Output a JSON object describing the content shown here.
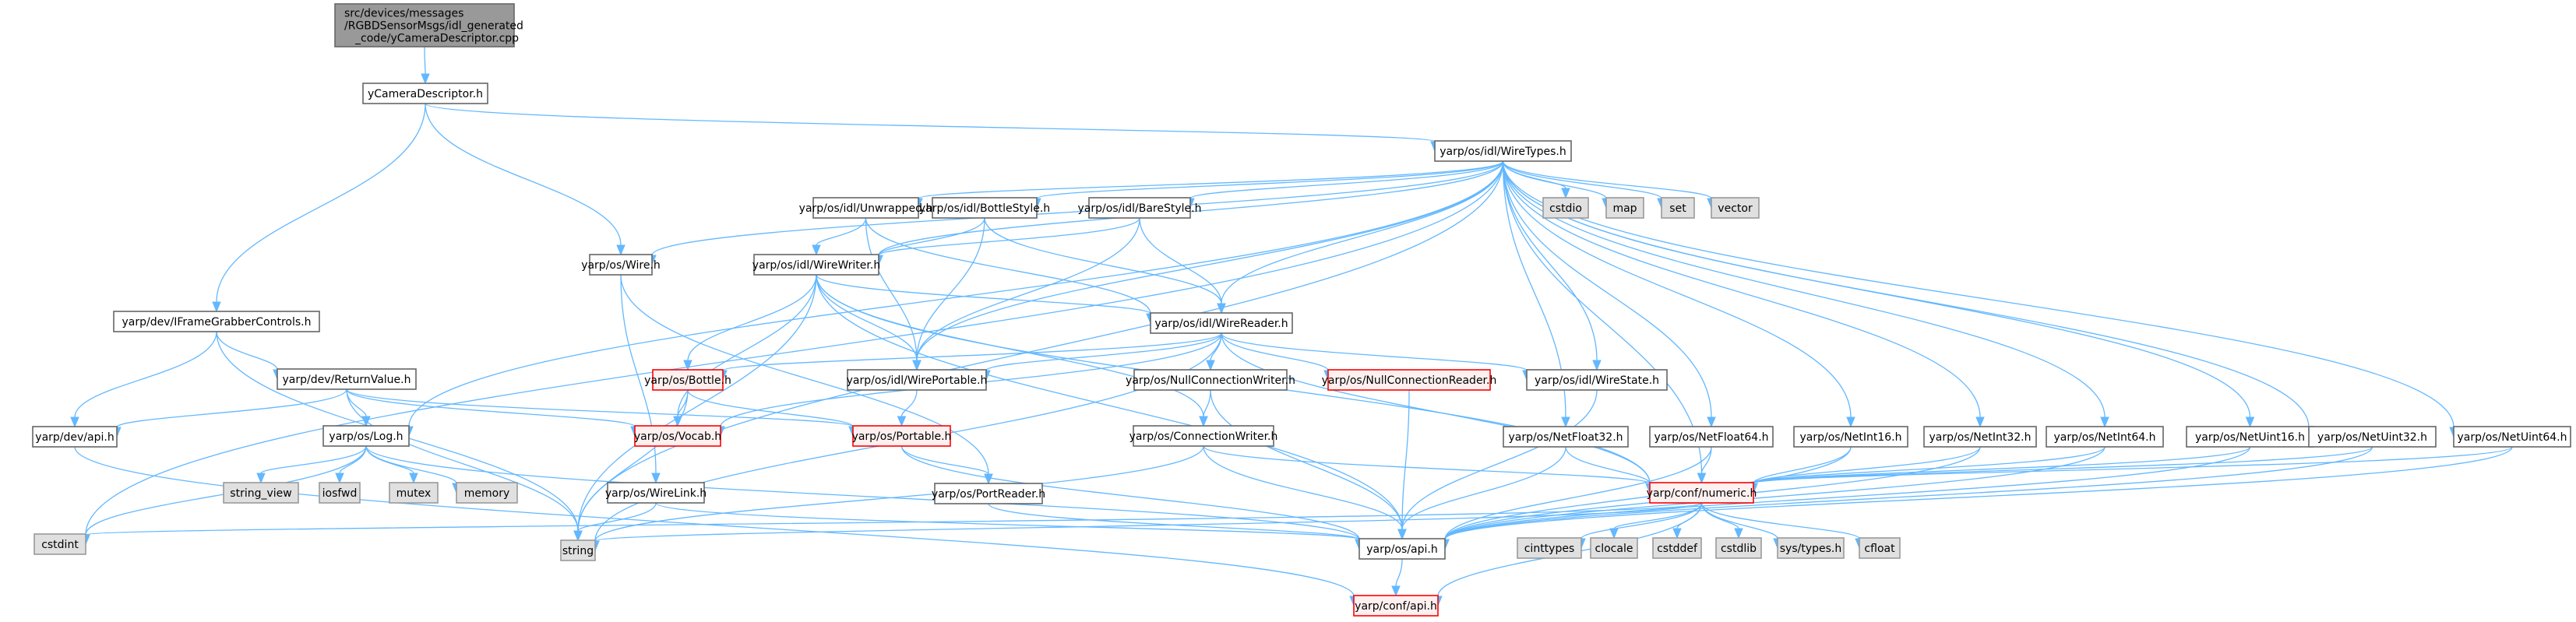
{
  "diagram": {
    "type": "include-dependency-graph",
    "root": "src/devices/messages/RGBDSensorMsgs/idl_generated_code/yCameraDescriptor.cpp",
    "colors": {
      "edge": "#63b8ff",
      "root_fill": "#999999",
      "root_stroke": "#666666",
      "normal_fill": "#ffffff",
      "normal_stroke": "#666666",
      "truncated_fill": "#fff0f0",
      "truncated_stroke": "#ff0000",
      "system_fill": "#e0e0e0",
      "system_stroke": "#999999"
    },
    "nodes": [
      {
        "id": "root",
        "kind": "root",
        "lines": [
          "src/devices/messages",
          "/RGBDSensorMsgs/idl_generated",
          "_code/yCameraDescriptor.cpp"
        ]
      },
      {
        "id": "yCameraDescriptor",
        "kind": "normal",
        "lines": [
          "yCameraDescriptor.h"
        ]
      },
      {
        "id": "WireTypes",
        "kind": "normal",
        "lines": [
          "yarp/os/idl/WireTypes.h"
        ]
      },
      {
        "id": "Unwrapped",
        "kind": "normal",
        "lines": [
          "yarp/os/idl/Unwrapped.h"
        ]
      },
      {
        "id": "BottleStyle",
        "kind": "normal",
        "lines": [
          "yarp/os/idl/BottleStyle.h"
        ]
      },
      {
        "id": "BareStyle",
        "kind": "normal",
        "lines": [
          "yarp/os/idl/BareStyle.h"
        ]
      },
      {
        "id": "cstdio",
        "kind": "system",
        "lines": [
          "cstdio"
        ]
      },
      {
        "id": "map",
        "kind": "system",
        "lines": [
          "map"
        ]
      },
      {
        "id": "set",
        "kind": "system",
        "lines": [
          "set"
        ]
      },
      {
        "id": "vector",
        "kind": "system",
        "lines": [
          "vector"
        ]
      },
      {
        "id": "Wire",
        "kind": "normal",
        "lines": [
          "yarp/os/Wire.h"
        ]
      },
      {
        "id": "WireWriter",
        "kind": "normal",
        "lines": [
          "yarp/os/idl/WireWriter.h"
        ]
      },
      {
        "id": "IFrameGrabberControls",
        "kind": "normal",
        "lines": [
          "yarp/dev/IFrameGrabberControls.h"
        ]
      },
      {
        "id": "WireReader",
        "kind": "normal",
        "lines": [
          "yarp/os/idl/WireReader.h"
        ]
      },
      {
        "id": "ReturnValue",
        "kind": "normal",
        "lines": [
          "yarp/dev/ReturnValue.h"
        ]
      },
      {
        "id": "Bottle",
        "kind": "truncated",
        "lines": [
          "yarp/os/Bottle.h"
        ]
      },
      {
        "id": "WirePortable",
        "kind": "normal",
        "lines": [
          "yarp/os/idl/WirePortable.h"
        ]
      },
      {
        "id": "NullConnectionWriter",
        "kind": "normal",
        "lines": [
          "yarp/os/NullConnectionWriter.h"
        ]
      },
      {
        "id": "NullConnectionReader",
        "kind": "truncated",
        "lines": [
          "yarp/os/NullConnectionReader.h"
        ]
      },
      {
        "id": "WireState",
        "kind": "normal",
        "lines": [
          "yarp/os/idl/WireState.h"
        ]
      },
      {
        "id": "devapi",
        "kind": "normal",
        "lines": [
          "yarp/dev/api.h"
        ]
      },
      {
        "id": "Log",
        "kind": "normal",
        "lines": [
          "yarp/os/Log.h"
        ]
      },
      {
        "id": "Vocab",
        "kind": "truncated",
        "lines": [
          "yarp/os/Vocab.h"
        ]
      },
      {
        "id": "Portable",
        "kind": "truncated",
        "lines": [
          "yarp/os/Portable.h"
        ]
      },
      {
        "id": "ConnectionWriter",
        "kind": "normal",
        "lines": [
          "yarp/os/ConnectionWriter.h"
        ]
      },
      {
        "id": "NetFloat32",
        "kind": "normal",
        "lines": [
          "yarp/os/NetFloat32.h"
        ]
      },
      {
        "id": "NetFloat64",
        "kind": "normal",
        "lines": [
          "yarp/os/NetFloat64.h"
        ]
      },
      {
        "id": "NetInt16",
        "kind": "normal",
        "lines": [
          "yarp/os/NetInt16.h"
        ]
      },
      {
        "id": "NetInt32",
        "kind": "normal",
        "lines": [
          "yarp/os/NetInt32.h"
        ]
      },
      {
        "id": "NetInt64",
        "kind": "normal",
        "lines": [
          "yarp/os/NetInt64.h"
        ]
      },
      {
        "id": "NetUint16",
        "kind": "normal",
        "lines": [
          "yarp/os/NetUint16.h"
        ]
      },
      {
        "id": "NetUint32",
        "kind": "normal",
        "lines": [
          "yarp/os/NetUint32.h"
        ]
      },
      {
        "id": "NetUint64",
        "kind": "normal",
        "lines": [
          "yarp/os/NetUint64.h"
        ]
      },
      {
        "id": "string_view",
        "kind": "system",
        "lines": [
          "string_view"
        ]
      },
      {
        "id": "iosfwd",
        "kind": "system",
        "lines": [
          "iosfwd"
        ]
      },
      {
        "id": "mutex",
        "kind": "system",
        "lines": [
          "mutex"
        ]
      },
      {
        "id": "memory",
        "kind": "system",
        "lines": [
          "memory"
        ]
      },
      {
        "id": "WireLink",
        "kind": "normal",
        "lines": [
          "yarp/os/WireLink.h"
        ]
      },
      {
        "id": "PortReader",
        "kind": "normal",
        "lines": [
          "yarp/os/PortReader.h"
        ]
      },
      {
        "id": "numeric",
        "kind": "truncated",
        "lines": [
          "yarp/conf/numeric.h"
        ]
      },
      {
        "id": "cstdint",
        "kind": "system",
        "lines": [
          "cstdint"
        ]
      },
      {
        "id": "string",
        "kind": "system",
        "lines": [
          "string"
        ]
      },
      {
        "id": "osapi",
        "kind": "normal",
        "lines": [
          "yarp/os/api.h"
        ]
      },
      {
        "id": "cinttypes",
        "kind": "system",
        "lines": [
          "cinttypes"
        ]
      },
      {
        "id": "clocale",
        "kind": "system",
        "lines": [
          "clocale"
        ]
      },
      {
        "id": "cstddef",
        "kind": "system",
        "lines": [
          "cstddef"
        ]
      },
      {
        "id": "cstdlib",
        "kind": "system",
        "lines": [
          "cstdlib"
        ]
      },
      {
        "id": "systypes",
        "kind": "system",
        "lines": [
          "sys/types.h"
        ]
      },
      {
        "id": "cfloat",
        "kind": "system",
        "lines": [
          "cfloat"
        ]
      },
      {
        "id": "confapi",
        "kind": "truncated",
        "lines": [
          "yarp/conf/api.h"
        ]
      }
    ],
    "edges": [
      [
        "root",
        "yCameraDescriptor"
      ],
      [
        "yCameraDescriptor",
        "WireTypes"
      ],
      [
        "yCameraDescriptor",
        "Wire"
      ],
      [
        "yCameraDescriptor",
        "IFrameGrabberControls"
      ],
      [
        "WireTypes",
        "Unwrapped"
      ],
      [
        "WireTypes",
        "BottleStyle"
      ],
      [
        "WireTypes",
        "BareStyle"
      ],
      [
        "WireTypes",
        "cstdio"
      ],
      [
        "WireTypes",
        "map"
      ],
      [
        "WireTypes",
        "set"
      ],
      [
        "WireTypes",
        "vector"
      ],
      [
        "WireTypes",
        "Wire"
      ],
      [
        "WireTypes",
        "WireWriter"
      ],
      [
        "WireTypes",
        "WireReader"
      ],
      [
        "WireTypes",
        "WirePortable"
      ],
      [
        "WireTypes",
        "WireState"
      ],
      [
        "WireTypes",
        "Log"
      ],
      [
        "WireTypes",
        "cstdint"
      ],
      [
        "WireTypes",
        "string"
      ],
      [
        "WireTypes",
        "numeric"
      ],
      [
        "WireTypes",
        "NetFloat32"
      ],
      [
        "WireTypes",
        "NetFloat64"
      ],
      [
        "WireTypes",
        "NetInt16"
      ],
      [
        "WireTypes",
        "NetInt32"
      ],
      [
        "WireTypes",
        "NetInt64"
      ],
      [
        "WireTypes",
        "NetUint16"
      ],
      [
        "WireTypes",
        "NetUint32"
      ],
      [
        "WireTypes",
        "NetUint64"
      ],
      [
        "Unwrapped",
        "WireWriter"
      ],
      [
        "Unwrapped",
        "WireReader"
      ],
      [
        "Unwrapped",
        "WirePortable"
      ],
      [
        "BottleStyle",
        "WireWriter"
      ],
      [
        "BottleStyle",
        "WireReader"
      ],
      [
        "BottleStyle",
        "WirePortable"
      ],
      [
        "BareStyle",
        "WireWriter"
      ],
      [
        "BareStyle",
        "WireReader"
      ],
      [
        "BareStyle",
        "WirePortable"
      ],
      [
        "Wire",
        "WireLink"
      ],
      [
        "Wire",
        "PortReader"
      ],
      [
        "WireWriter",
        "WireReader"
      ],
      [
        "WireWriter",
        "Bottle"
      ],
      [
        "WireWriter",
        "WirePortable"
      ],
      [
        "WireWriter",
        "Vocab"
      ],
      [
        "WireWriter",
        "ConnectionWriter"
      ],
      [
        "WireWriter",
        "string"
      ],
      [
        "WireWriter",
        "osapi"
      ],
      [
        "WireWriter",
        "numeric"
      ],
      [
        "WireReader",
        "Bottle"
      ],
      [
        "WireReader",
        "WirePortable"
      ],
      [
        "WireReader",
        "NullConnectionWriter"
      ],
      [
        "WireReader",
        "NullConnectionReader"
      ],
      [
        "WireReader",
        "WireState"
      ],
      [
        "WireReader",
        "Vocab"
      ],
      [
        "WireReader",
        "string"
      ],
      [
        "WireReader",
        "numeric"
      ],
      [
        "IFrameGrabberControls",
        "ReturnValue"
      ],
      [
        "IFrameGrabberControls",
        "devapi"
      ],
      [
        "IFrameGrabberControls",
        "string"
      ],
      [
        "ReturnValue",
        "devapi"
      ],
      [
        "ReturnValue",
        "Log"
      ],
      [
        "ReturnValue",
        "Vocab"
      ],
      [
        "ReturnValue",
        "Portable"
      ],
      [
        "ReturnValue",
        "string"
      ],
      [
        "Bottle",
        "Vocab"
      ],
      [
        "Bottle",
        "Portable"
      ],
      [
        "Bottle",
        "string"
      ],
      [
        "WirePortable",
        "Portable"
      ],
      [
        "Portable",
        "PortReader"
      ],
      [
        "Portable",
        "osapi"
      ],
      [
        "NullConnectionWriter",
        "ConnectionWriter"
      ],
      [
        "NullConnectionWriter",
        "osapi"
      ],
      [
        "NullConnectionReader",
        "osapi"
      ],
      [
        "WireState",
        "osapi"
      ],
      [
        "ConnectionWriter",
        "string"
      ],
      [
        "ConnectionWriter",
        "osapi"
      ],
      [
        "ConnectionWriter",
        "numeric"
      ],
      [
        "devapi",
        "confapi"
      ],
      [
        "Log",
        "string_view"
      ],
      [
        "Log",
        "iosfwd"
      ],
      [
        "Log",
        "mutex"
      ],
      [
        "Log",
        "memory"
      ],
      [
        "Log",
        "cstdint"
      ],
      [
        "Log",
        "osapi"
      ],
      [
        "WireLink",
        "string"
      ],
      [
        "WireLink",
        "osapi"
      ],
      [
        "PortReader",
        "osapi"
      ],
      [
        "NetFloat32",
        "numeric"
      ],
      [
        "NetFloat32",
        "osapi"
      ],
      [
        "NetFloat64",
        "numeric"
      ],
      [
        "NetFloat64",
        "osapi"
      ],
      [
        "NetInt16",
        "numeric"
      ],
      [
        "NetInt16",
        "osapi"
      ],
      [
        "NetInt32",
        "numeric"
      ],
      [
        "NetInt32",
        "osapi"
      ],
      [
        "NetInt64",
        "numeric"
      ],
      [
        "NetInt64",
        "osapi"
      ],
      [
        "NetUint16",
        "numeric"
      ],
      [
        "NetUint16",
        "osapi"
      ],
      [
        "NetUint32",
        "numeric"
      ],
      [
        "NetUint32",
        "osapi"
      ],
      [
        "NetUint64",
        "numeric"
      ],
      [
        "NetUint64",
        "osapi"
      ],
      [
        "numeric",
        "cinttypes"
      ],
      [
        "numeric",
        "clocale"
      ],
      [
        "numeric",
        "cstddef"
      ],
      [
        "numeric",
        "cstdlib"
      ],
      [
        "numeric",
        "systypes"
      ],
      [
        "numeric",
        "cfloat"
      ],
      [
        "numeric",
        "cstdint"
      ],
      [
        "numeric",
        "string"
      ],
      [
        "numeric",
        "confapi"
      ],
      [
        "osapi",
        "confapi"
      ]
    ]
  }
}
